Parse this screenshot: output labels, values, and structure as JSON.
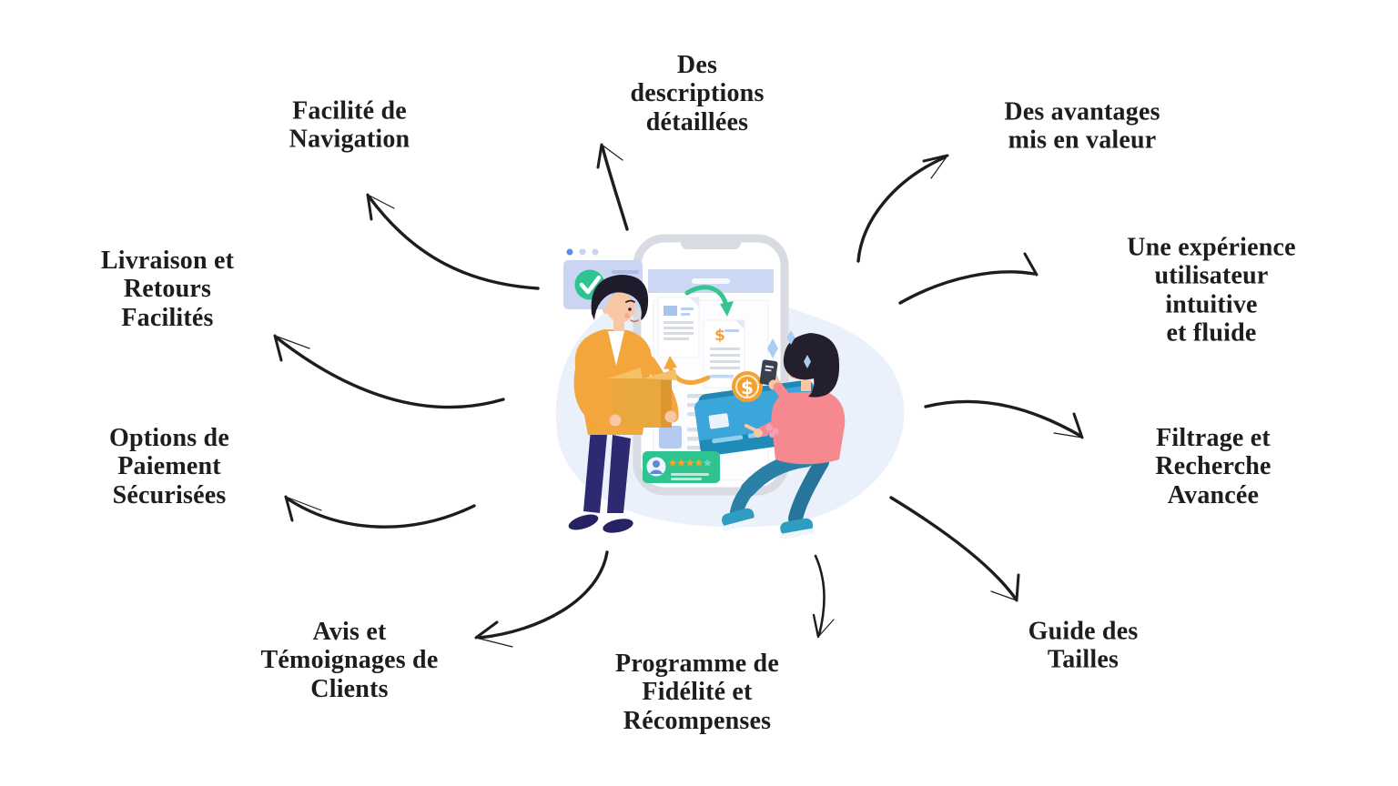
{
  "labels": {
    "descriptions": {
      "text": "Des\ndescriptions\ndétaillées"
    },
    "navigation": {
      "text": "Facilité de\nNavigation"
    },
    "avantages": {
      "text": "Des avantages\nmis en valeur"
    },
    "livraison": {
      "text": "Livraison et\nRetours\nFacilités"
    },
    "experience": {
      "text": "Une expérience\nutilisateur intuitive\net fluide"
    },
    "options": {
      "text": "Options de\nPaiement\nSécurisées"
    },
    "filtrage": {
      "text": "Filtrage et\nRecherche\nAvancée"
    },
    "avis": {
      "text": "Avis et\nTémoignages de\nClients"
    },
    "programme": {
      "text": "Programme de\nFidélité et\nRécompenses"
    },
    "guide": {
      "text": "Guide des\nTailles"
    }
  },
  "arrows": [
    {
      "from": "center-illustration",
      "to": "descriptions"
    },
    {
      "from": "center-illustration",
      "to": "navigation"
    },
    {
      "from": "center-illustration",
      "to": "avantages"
    },
    {
      "from": "center-illustration",
      "to": "livraison"
    },
    {
      "from": "center-illustration",
      "to": "experience"
    },
    {
      "from": "center-illustration",
      "to": "options"
    },
    {
      "from": "center-illustration",
      "to": "filtrage"
    },
    {
      "from": "center-illustration",
      "to": "avis"
    },
    {
      "from": "center-illustration",
      "to": "programme"
    },
    {
      "from": "center-illustration",
      "to": "guide"
    }
  ],
  "illustration": {
    "elements": [
      "smartphone",
      "browser-window",
      "green-checkmark",
      "document-list",
      "dollar-document",
      "transfer-arrows",
      "dollar-coin",
      "credit-card",
      "review-card",
      "rating-stars",
      "man-holding-package",
      "woman-with-smartphone",
      "sparkles"
    ],
    "rating": {
      "stars_filled": 4,
      "stars_total": 5
    },
    "coin_symbol": "$",
    "document_symbol": "$"
  },
  "colors": {
    "text": "#1d1d1f",
    "arrow": "#1d1d1f",
    "green": "#2EC48F",
    "orange": "#F2A63C",
    "card_blue": "#38A3D8",
    "navy": "#2E2A72",
    "pink": "#F5898F",
    "teal_jeans": "#2B80A6",
    "blob": "#EAF1FA",
    "periwinkle": "#C9D5F3"
  }
}
